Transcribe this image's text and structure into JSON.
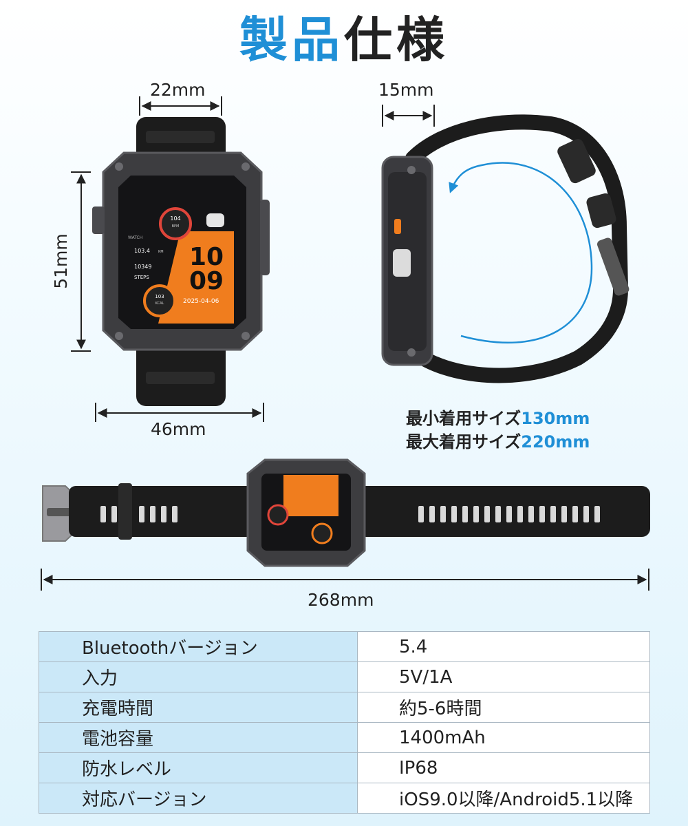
{
  "title": {
    "part1": "製品",
    "part2": "仕様"
  },
  "dimensions": {
    "width_top": "22mm",
    "height": "51mm",
    "width_bottom": "46mm",
    "thickness": "15mm",
    "total_length": "268mm"
  },
  "band_size": {
    "min_label": "最小着用サイズ",
    "min_value": "130mm",
    "max_label": "最大着用サイズ",
    "max_value": "220mm"
  },
  "watch_face": {
    "heart_rate": "104",
    "heart_unit": "BPM",
    "watch_label": "WATCH",
    "distance": "103.4",
    "distance_unit": "KM",
    "steps_value": "10349",
    "steps_label": "STEPS",
    "hour": "10",
    "minute": "09",
    "calories": "103",
    "calories_unit": "KCAL",
    "date": "2025-04-06"
  },
  "specs": [
    {
      "label": "Bluetoothバージョン",
      "value": "5.4"
    },
    {
      "label": "入力",
      "value": "5V/1A"
    },
    {
      "label": "充電時間",
      "value": "約5-6時間"
    },
    {
      "label": "電池容量",
      "value": "1400mAh"
    },
    {
      "label": "防水レベル",
      "value": "IP68"
    },
    {
      "label": "対応バージョン",
      "value": "iOS9.0以降/Android5.1以降"
    }
  ],
  "colors": {
    "accent": "#1f8fd6",
    "table_key_bg": "#cbe8f8",
    "watch_orange": "#f07d1e"
  }
}
